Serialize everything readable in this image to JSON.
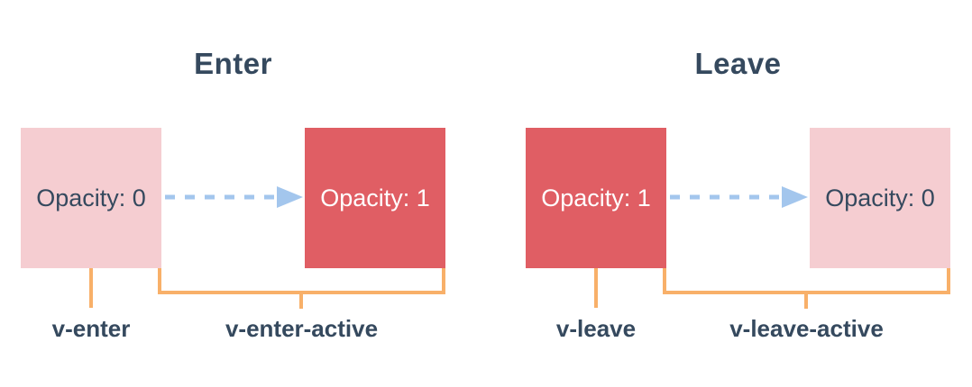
{
  "diagram": {
    "subject": "transition-opacity-classes",
    "colors": {
      "faded_box": "#f5cdd1",
      "solid_box": "#e05e64",
      "connector_orange": "#f8b069",
      "arrow_blue": "#a3c6ed",
      "text_navy": "#35495e",
      "box_text_light": "#ffffff",
      "background": "#ffffff"
    },
    "icons": {
      "arrow": "dashed-right-arrow-icon"
    },
    "panels": [
      {
        "title": "Enter",
        "start_box": {
          "label": "Opacity: 0",
          "style": "faded"
        },
        "end_box": {
          "label": "Opacity: 1",
          "style": "solid"
        },
        "start_class_label": "v-enter",
        "active_class_label": "v-enter-active"
      },
      {
        "title": "Leave",
        "start_box": {
          "label": "Opacity: 1",
          "style": "solid"
        },
        "end_box": {
          "label": "Opacity: 0",
          "style": "faded"
        },
        "start_class_label": "v-leave",
        "active_class_label": "v-leave-active"
      }
    ]
  }
}
